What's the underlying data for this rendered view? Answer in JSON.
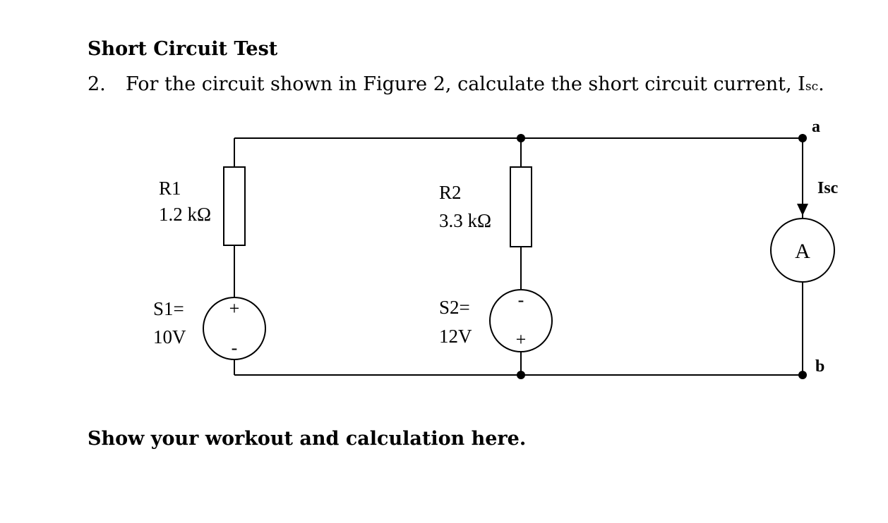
{
  "heading": "Short Circuit Test",
  "question": {
    "number": "2.",
    "text": "For the circuit shown in Figure 2, calculate the short circuit current, I",
    "subscript": "sc",
    "suffix": "."
  },
  "circuit": {
    "r1": {
      "name": "R1",
      "value": "1.2 kΩ"
    },
    "r2": {
      "name": "R2",
      "value": "3.3 kΩ"
    },
    "s1": {
      "name": "S1=",
      "value": "10V",
      "top_sign": "+",
      "bottom_sign": "-"
    },
    "s2": {
      "name": "S2=",
      "value": "12V",
      "top_sign": "-",
      "bottom_sign": "+"
    },
    "ammeter": {
      "symbol": "A"
    },
    "current_label": "Isc",
    "node_a": "a",
    "node_b": "b"
  },
  "workout_prompt": "Show your workout and calculation here."
}
